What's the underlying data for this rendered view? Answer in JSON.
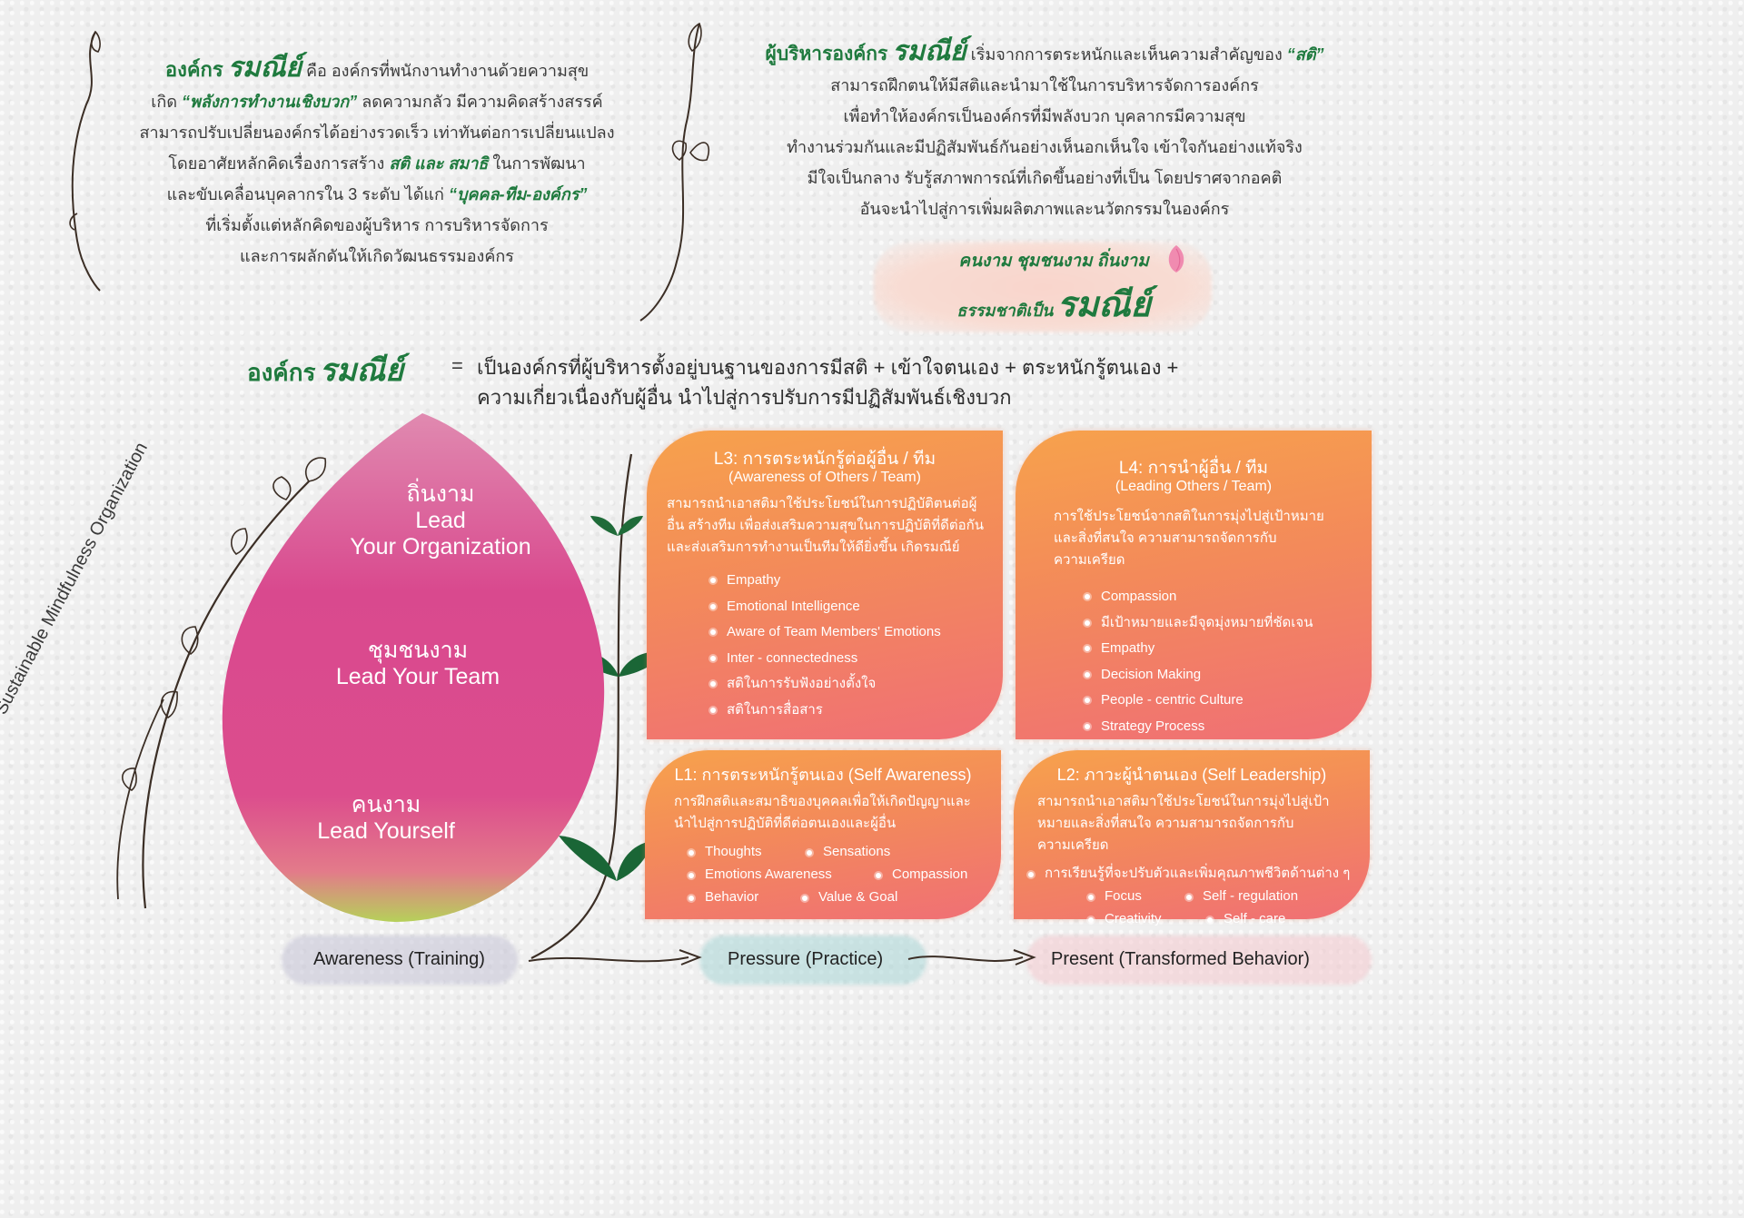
{
  "top_left": {
    "line1_brand_prefix": "องค์กร",
    "brand": "รมณีย์",
    "line1_rest": "คือ องค์กรที่พนักงานทำงานด้วยความสุข",
    "line2_pre": "เกิด",
    "line2_hl": "“พลังการทำงานเชิงบวก”",
    "line2_post": "ลดความกลัว มีความคิดสร้างสรรค์",
    "line3": "สามารถปรับเปลี่ยนองค์กรได้อย่างรวดเร็ว เท่าทันต่อการเปลี่ยนแปลง",
    "line4_pre": "โดยอาศัยหลักคิดเรื่องการสร้าง",
    "line4_hl": "สติ และ สมาธิ",
    "line4_post": "ในการพัฒนา",
    "line5_pre": "และขับเคลื่อนบุคลากรใน 3 ระดับ ได้แก่",
    "line5_hl": "“บุคคล-ทีม-องค์กร”",
    "line6": "ที่เริ่มตั้งแต่หลักคิดของผู้บริหาร การบริหารจัดการ",
    "line7": "และการผลักดันให้เกิดวัฒนธรรมองค์กร"
  },
  "top_right": {
    "line1_prefix": "ผู้บริหารองค์กร",
    "brand": "รมณีย์",
    "line1_rest": "เริ่มจากการตระหนักและเห็นความสำคัญของ",
    "line1_hl": "“สติ”",
    "line2": "สามารถฝึกตนให้มีสติและนำมาใช้ในการบริหารจัดการองค์กร",
    "line3": "เพื่อทำให้องค์กรเป็นองค์กรที่มีพลังบวก บุคลากรมีความสุข",
    "line4": "ทำงานร่วมกันและมีปฏิสัมพันธ์กันอย่างเห็นอกเห็นใจ เข้าใจกันอย่างแท้จริง",
    "line5": "มีใจเป็นกลาง รับรู้สภาพการณ์ที่เกิดขึ้นอย่างที่เป็น โดยปราศจากอคติ",
    "line6": "อันจะนำไปสู่การเพิ่มผลิตภาพและนวัตกรรมในองค์กร"
  },
  "slogan": {
    "line1": "คนงาม ชุมชนงาม ถิ่นงาม",
    "line2_prefix": "ธรรมชาติเป็น",
    "brand": "รมณีย์"
  },
  "definition": {
    "prefix": "องค์กร",
    "brand": "รมณีย์",
    "equals": "=",
    "line1": "เป็นองค์กรที่ผู้บริหารตั้งอยู่บนฐานของการมีสติ + เข้าใจตนเอง + ตระหนักรู้ตนเอง +",
    "line2": "ความเกี่ยวเนื่องกับผู้อื่น นำไปสู่การปรับการมีปฏิสัมพันธ์เชิงบวก"
  },
  "petal": {
    "top_th": "ถิ่นงาม",
    "top_en1": "Lead",
    "top_en2": "Your Organization",
    "mid_th": "ชุมชนงาม",
    "mid_en": "Lead Your Team",
    "bottom_th": "คนงาม",
    "bottom_en": "Lead Yourself"
  },
  "vertical_label": "Sustainable Mindfulness Organization",
  "cards": {
    "l3": {
      "title": "L3: การตระหนักรู้ต่อผู้อื่น / ทีม",
      "subtitle": "(Awareness of Others / Team)",
      "desc": "สามารถนำเอาสติมาใช้ประโยชน์ในการปฏิบัติตนต่อผู้อื่น สร้างทีม เพื่อส่งเสริมความสุขในการปฏิบัติที่ดีต่อกัน และส่งเสริมการทำงานเป็นทีมให้ดียิ่งขึ้น เกิดรมณีย์",
      "items": [
        "Empathy",
        "Emotional Intelligence",
        "Aware of Team Members' Emotions",
        "Inter - connectedness",
        "สติในการรับฟังอย่างตั้งใจ",
        "สติในการสื่อสาร"
      ]
    },
    "l4": {
      "title": "L4: การนำผู้อื่น / ทีม",
      "subtitle": "(Leading Others / Team)",
      "desc": "การใช้ประโยชน์จากสติในการมุ่งไปสู่เป้าหมายและสิ่งที่สนใจ ความสามารถจัดการกับความเครียด",
      "items": [
        "Compassion",
        "มีเป้าหมายและมีจุดมุ่งหมายที่ชัดเจน",
        "Empathy",
        "Decision Making",
        "People - centric Culture",
        "Strategy Process"
      ]
    },
    "l1": {
      "title": "L1: การตระหนักรู้ตนเอง (Self Awareness)",
      "desc": "การฝึกสติและสมาธิของบุคคลเพื่อให้เกิดปัญญาและนำไปสู่การปฏิบัติที่ดีต่อตนเองและผู้อื่น",
      "rows": [
        [
          "Thoughts",
          "Sensations"
        ],
        [
          "Emotions Awareness",
          "Compassion"
        ],
        [
          "Behavior",
          "Value & Goal"
        ]
      ]
    },
    "l2": {
      "title": "L2: ภาวะผู้นำตนเอง (Self Leadership)",
      "desc": "สามารถนำเอาสติมาใช้ประโยชน์ในการมุ่งไปสู่เป้าหมายและสิ่งที่สนใจ ความสามารถจัดการกับความเครียด",
      "lead_item": "การเรียนรู้ที่จะปรับตัวและเพิ่มคุณภาพชีวิตด้านต่าง ๆ",
      "rows": [
        [
          "Focus",
          "Self - regulation"
        ],
        [
          "Creativity",
          "Self - care"
        ]
      ]
    }
  },
  "flow": {
    "step1": "Awareness (Training)",
    "step2": "Pressure (Practice)",
    "step3": "Present (Transformed Behavior)"
  }
}
